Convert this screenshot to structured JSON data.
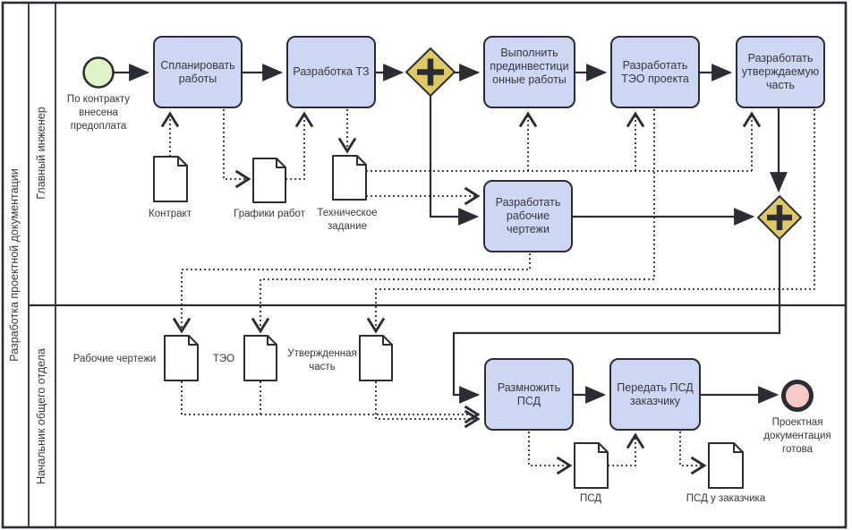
{
  "diagram": {
    "pool_label": "Разработка проектной документации",
    "lanes": [
      {
        "label": "Главный инженер"
      },
      {
        "label": "Начальник общего отдела"
      }
    ],
    "start_event": {
      "label": "По контракту\nвнесена\nпредоплата"
    },
    "end_event": {
      "label": "Проектная\nдокументация\nготова"
    },
    "tasks": [
      {
        "id": "plan",
        "label": "Спланировать\nработы"
      },
      {
        "id": "tz",
        "label": "Разработка ТЗ"
      },
      {
        "id": "preinvest",
        "label": "Выполнить\nпрединвестици\nонные работы",
        "subprocess_marker": "plus"
      },
      {
        "id": "teo",
        "label": "Разработать\nТЭО проекта"
      },
      {
        "id": "utv",
        "label": "Разработать\nутверждаемую\nчасть"
      },
      {
        "id": "drawings",
        "label": "Разработать\nрабочие\nчертежи"
      },
      {
        "id": "copy",
        "label": "Размножить\nПСД"
      },
      {
        "id": "handover",
        "label": "Передать ПСД\nзаказчику"
      }
    ],
    "gateways": [
      {
        "id": "gateway-1",
        "type": "parallel"
      },
      {
        "id": "gateway-2",
        "type": "parallel"
      }
    ],
    "documents": [
      {
        "id": "contract",
        "label": "Контракт"
      },
      {
        "id": "schedules",
        "label": "Графики работ"
      },
      {
        "id": "tech-spec",
        "label": "Техническое\nзадание"
      },
      {
        "id": "working-drawings",
        "label": "Рабочие чертежи"
      },
      {
        "id": "teo-doc",
        "label": "ТЭО"
      },
      {
        "id": "approved-part",
        "label": "Утвержденная\nчасть"
      },
      {
        "id": "psd",
        "label": "ПСД"
      },
      {
        "id": "psd-customer",
        "label": "ПСД у заказчика"
      }
    ]
  },
  "colors": {
    "task-fill": "#cdd7f4",
    "task-stroke": "#2b2c34",
    "gateway-fill": "#ddca67",
    "start-fill": "#dff2c8",
    "end-fill": "#f9c9c7",
    "line": "#2b2c34",
    "text": "#36363c",
    "bg": "#ffffff"
  }
}
